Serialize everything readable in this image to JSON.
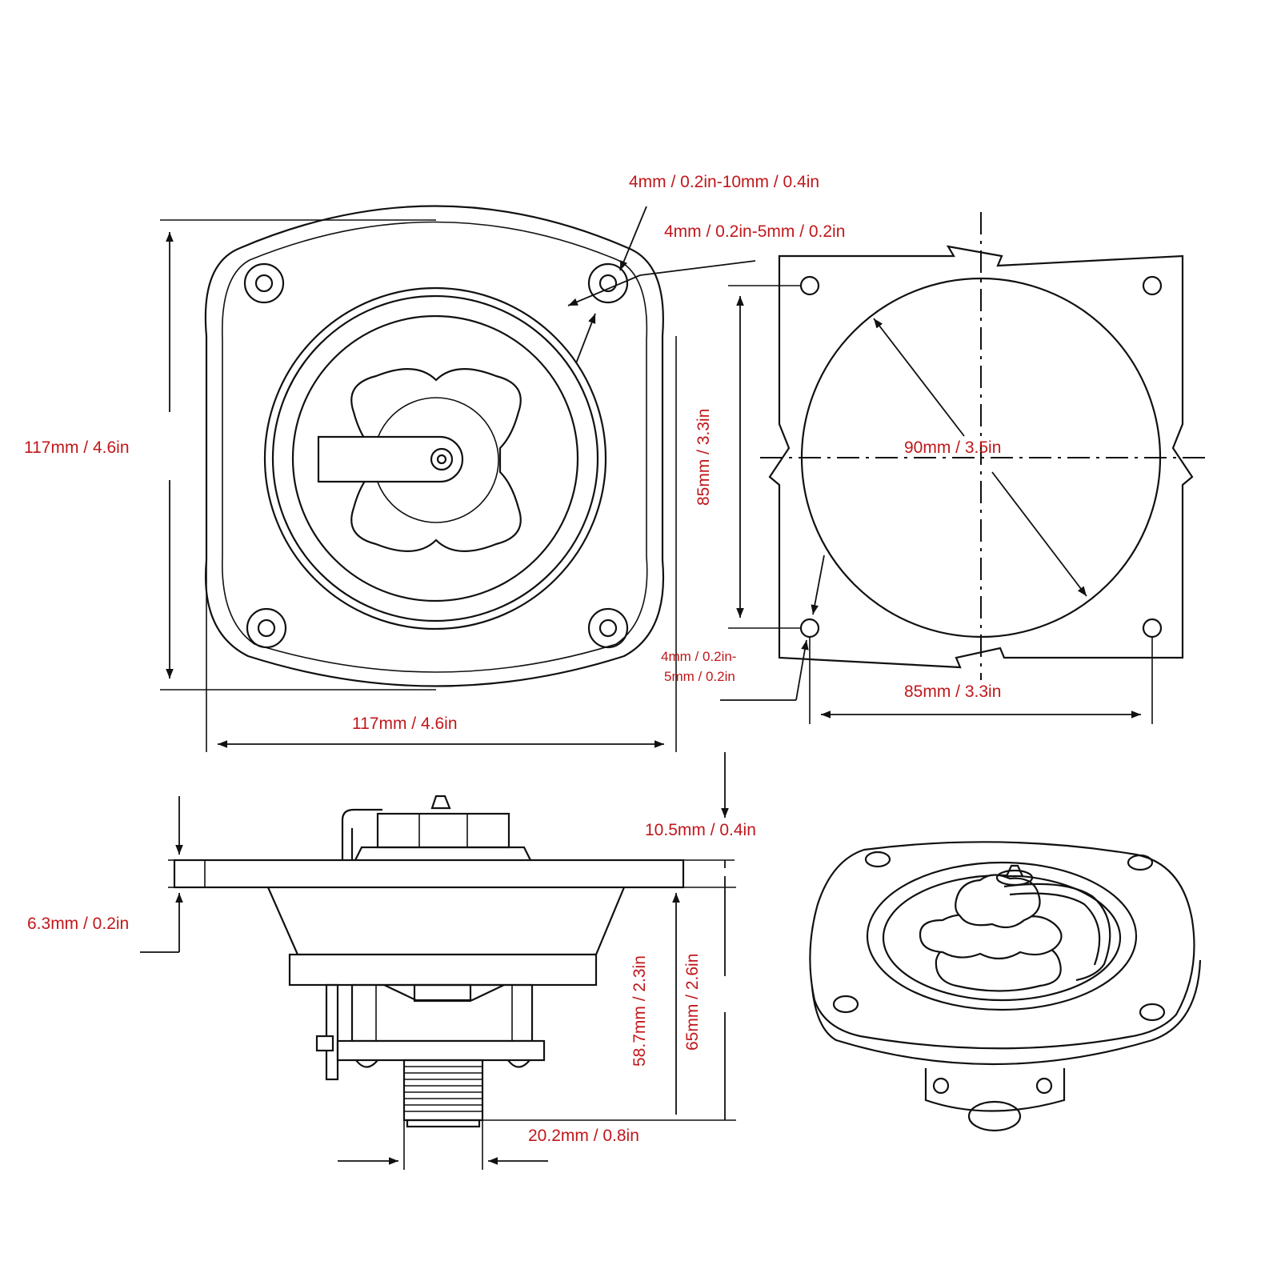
{
  "labels": {
    "top_view_height": "117mm / 4.6in",
    "top_view_width": "117mm / 4.6in",
    "hole_dim_1": "4mm / 0.2in-10mm / 0.4in",
    "hole_dim_2": "4mm / 0.2in-5mm / 0.2in",
    "cutout_height": "85mm / 3.3in",
    "cutout_diameter": "90mm / 3.5in",
    "cutout_hole_dim_line1": "4mm / 0.2in-",
    "cutout_hole_dim_line2": "5mm / 0.2in",
    "cutout_width": "85mm / 3.3in",
    "side_top_height": "10.5mm / 0.4in",
    "side_flange_thickness": "6.3mm / 0.2in",
    "side_body_height": "58.7mm / 2.3in",
    "side_total_height": "65mm / 2.6in",
    "thread_width": "20.2mm / 0.8in"
  },
  "colors": {
    "label": "#c0171b",
    "line": "#111111",
    "background": "#ffffff"
  }
}
